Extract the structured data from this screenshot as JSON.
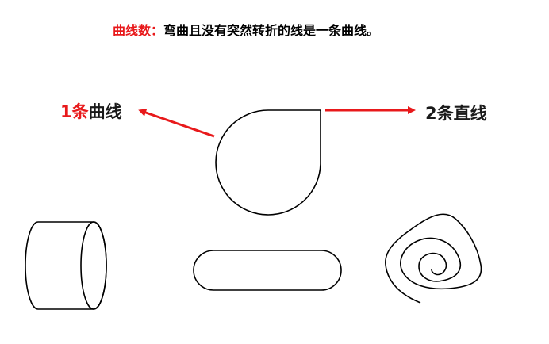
{
  "definition": {
    "term": "曲线数：",
    "text": "弯曲且没有突然转折的线是一条曲线。"
  },
  "label_left": {
    "number": "1条",
    "word": "曲线"
  },
  "label_right": {
    "text": "2条直线"
  },
  "colors": {
    "accent": "#e8191b",
    "line": "#000000"
  }
}
